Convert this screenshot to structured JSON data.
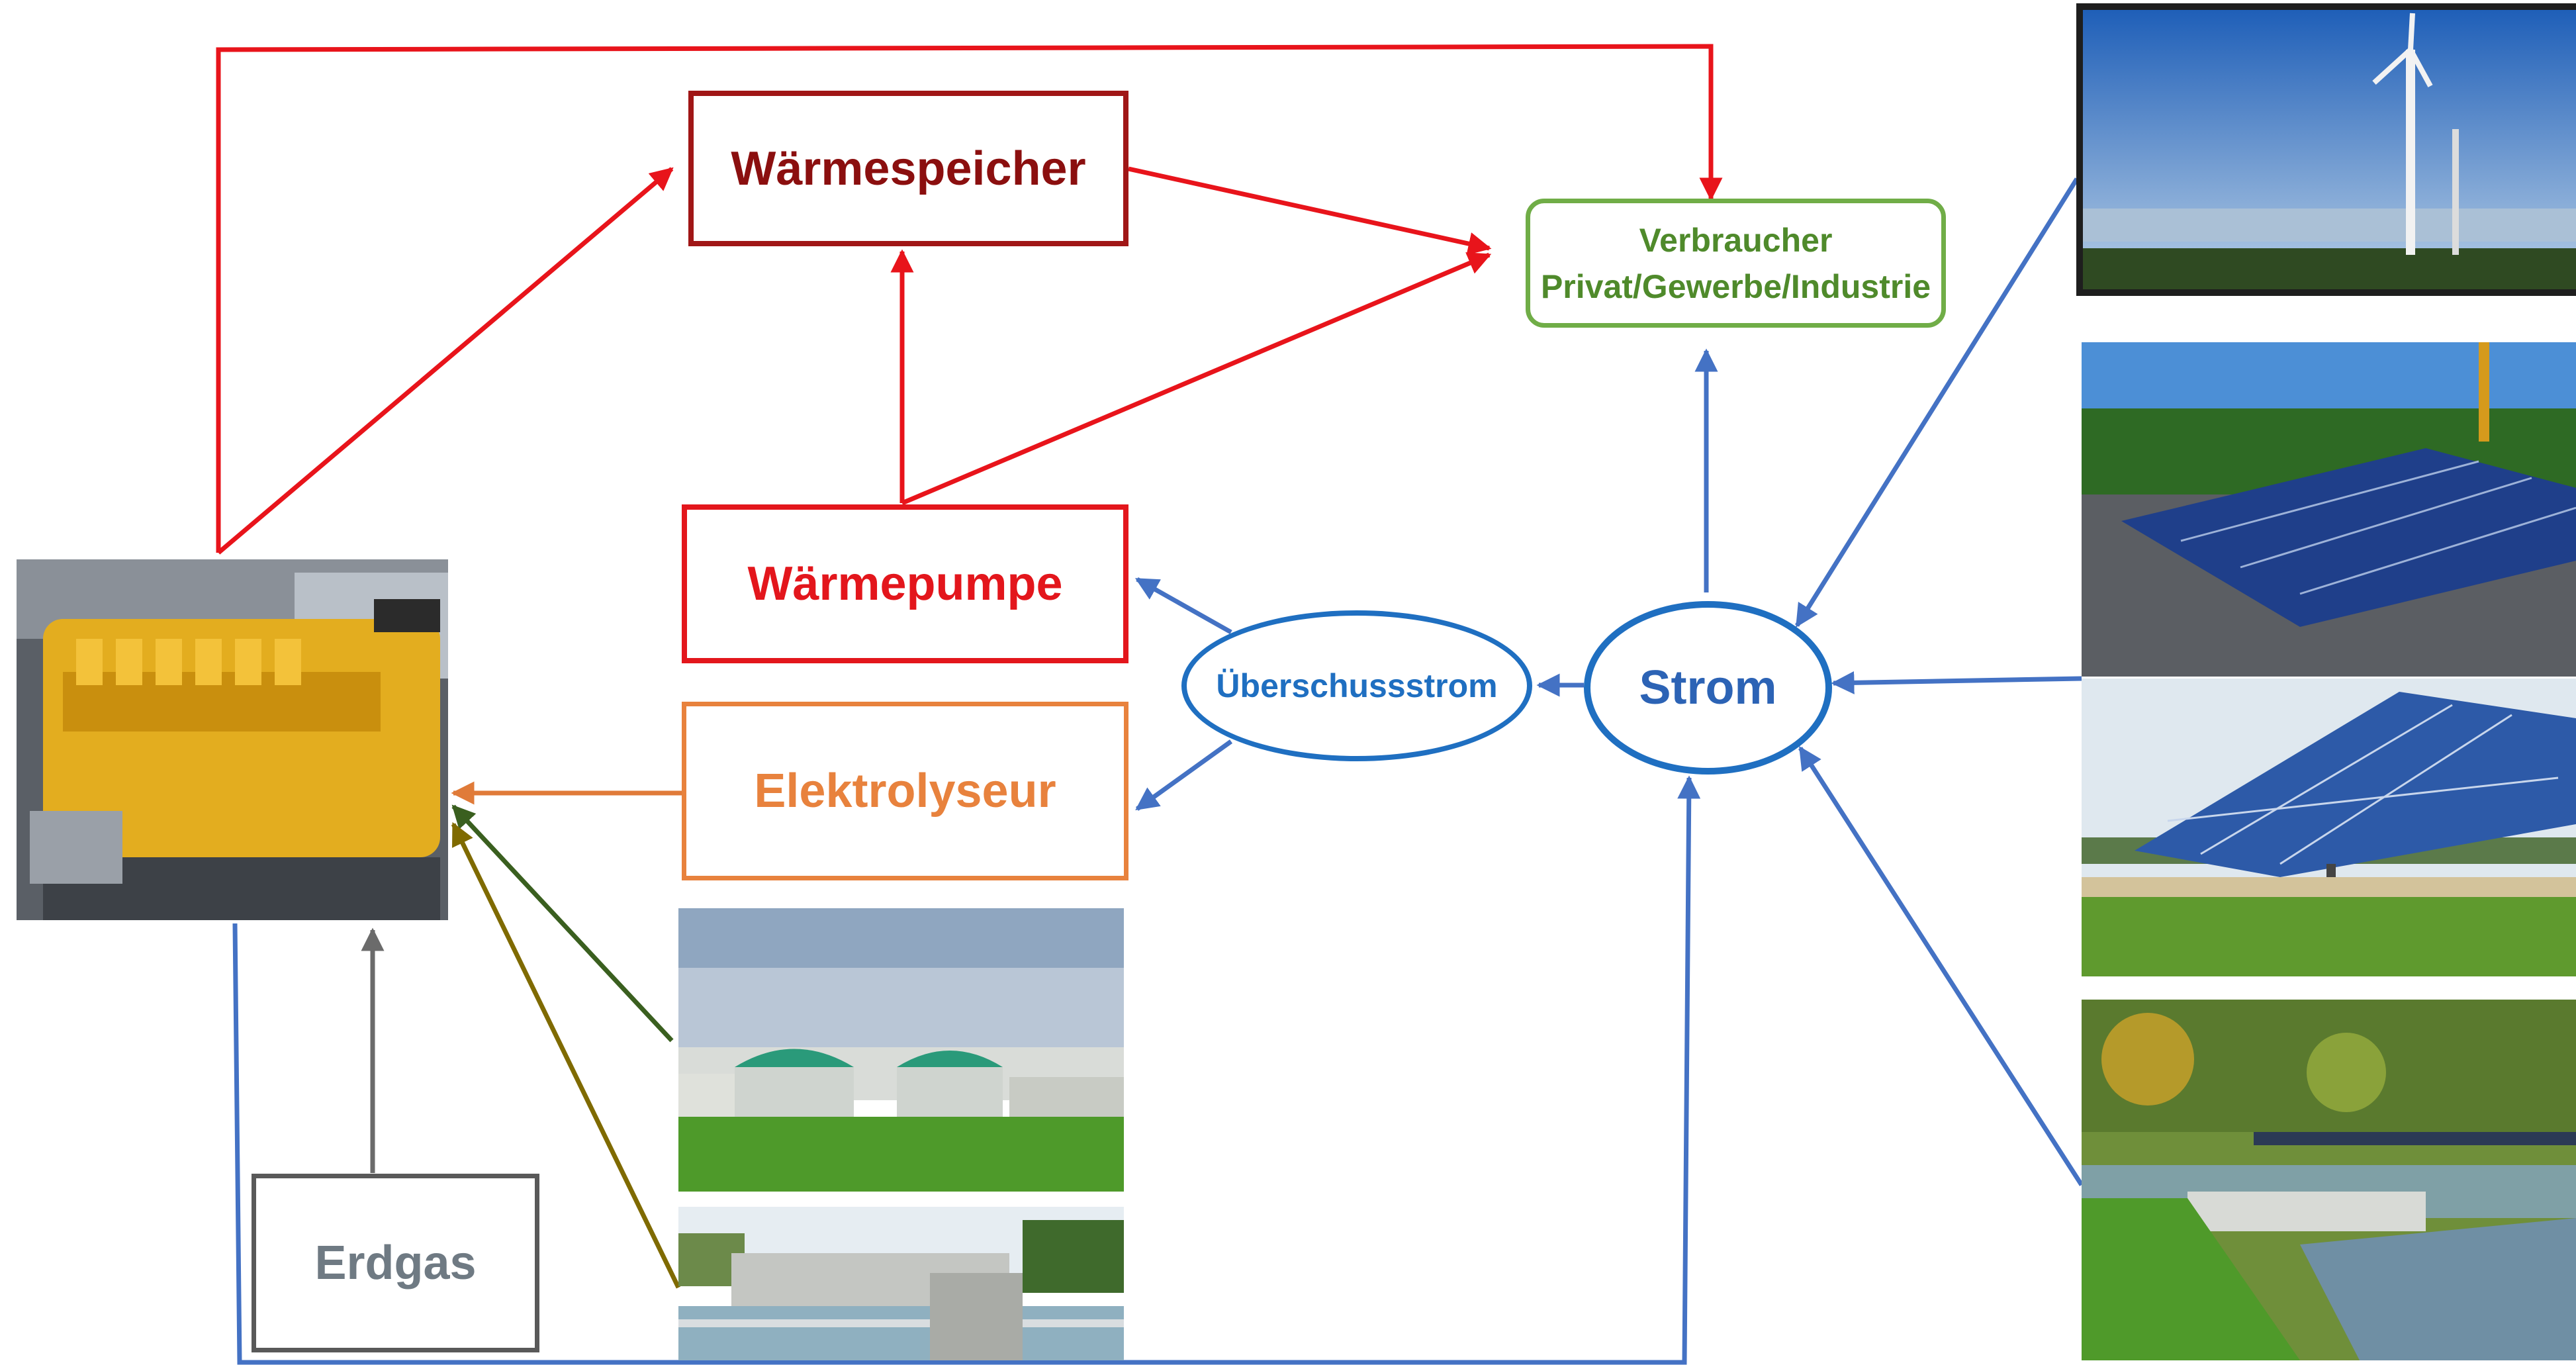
{
  "nodes": {
    "waermespeicher": "Wärmespeicher",
    "waermepumpe": "Wärmepumpe",
    "elektrolyseur": "Elektrolyseur",
    "erdgas": "Erdgas",
    "verbraucher_line1": "Verbraucher",
    "verbraucher_line2": "Privat/Gewerbe/Industrie",
    "ueberschussstrom": "Überschussstrom",
    "strom": "Strom"
  },
  "colors": {
    "heat_flow": "#e8141b",
    "power_flow": "#4472c4",
    "gas_flow": "#6b6b6b",
    "hydrogen_flow": "#e07b39",
    "biogas_flow": "#3a5f1f",
    "sewage_gas_flow": "#7f6a00",
    "waermespeicher_border": "#a01616",
    "waermespeicher_text": "#8b0f0f",
    "waermepumpe_border": "#e3161c",
    "waermepumpe_text": "#e3161c",
    "elektrolyseur_border": "#e8823d",
    "elektrolyseur_text": "#e8823d",
    "erdgas_border": "#595959",
    "erdgas_text": "#6f7a83",
    "verbraucher_border": "#70ad47",
    "verbraucher_text": "#4f8a2b",
    "strom_border": "#1f6fc1",
    "strom_text": "#2c63b5"
  },
  "images": {
    "gas_engine": "gas-engine-chp-photo",
    "biogas_plant": "biogas-plant-photo",
    "sewage_plant": "sewage-treatment-plant-photo",
    "wind_turbine": "wind-turbine-photo",
    "rooftop_pv": "rooftop-solar-panels-photo",
    "tracker_pv": "solar-tracker-field-photo",
    "hydro_power": "river-hydropower-photo"
  }
}
